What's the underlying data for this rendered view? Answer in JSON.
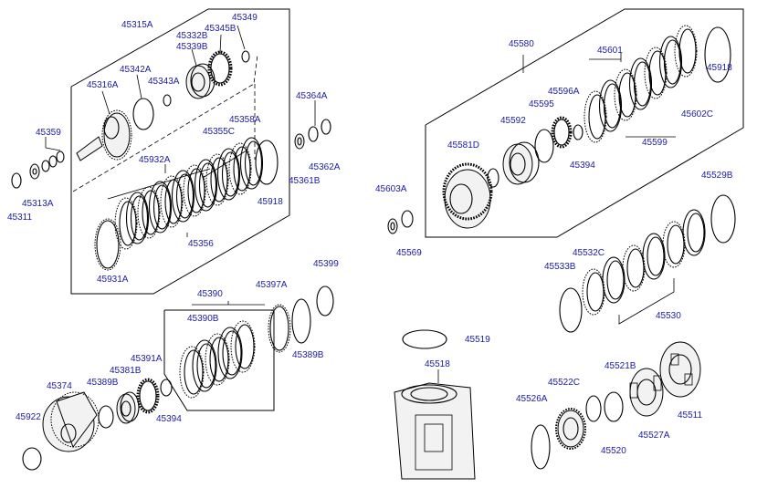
{
  "diagram": {
    "labels": {
      "l45315A": "45315A",
      "l45349": "45349",
      "l45332B": "45332B",
      "l45345B": "45345B",
      "l45339B": "45339B",
      "l45342A": "45342A",
      "l45343A": "45343A",
      "l45316A": "45316A",
      "l45364A": "45364A",
      "l45359": "45359",
      "l45358A": "45358A",
      "l45355C": "45355C",
      "l45362A": "45362A",
      "l45361B": "45361B",
      "l45313A": "45313A",
      "l45311": "45311",
      "l45932A": "45932A",
      "l45918a": "45918",
      "l45356": "45356",
      "l45931A": "45931A",
      "l45390": "45390",
      "l45397A": "45397A",
      "l45399": "45399",
      "l45390B": "45390B",
      "l45389Ba": "45389B",
      "l45391A": "45391A",
      "l45381B": "45381B",
      "l45374": "45374",
      "l45389Bb": "45389B",
      "l45394a": "45394",
      "l45922": "45922",
      "l45580": "45580",
      "l45601": "45601",
      "l45596A": "45596A",
      "l45595": "45595",
      "l45592": "45592",
      "l45581D": "45581D",
      "l45394b": "45394",
      "l45599": "45599",
      "l45602C": "45602C",
      "l45918b": "45918",
      "l45603A": "45603A",
      "l45569": "45569",
      "l45529B": "45529B",
      "l45532C": "45532C",
      "l45533B": "45533B",
      "l45530": "45530",
      "l45519": "45519",
      "l45518": "45518",
      "l45521B": "45521B",
      "l45522C": "45522C",
      "l45526A": "45526A",
      "l45520": "45520",
      "l45527A": "45527A",
      "l45511": "45511"
    }
  }
}
